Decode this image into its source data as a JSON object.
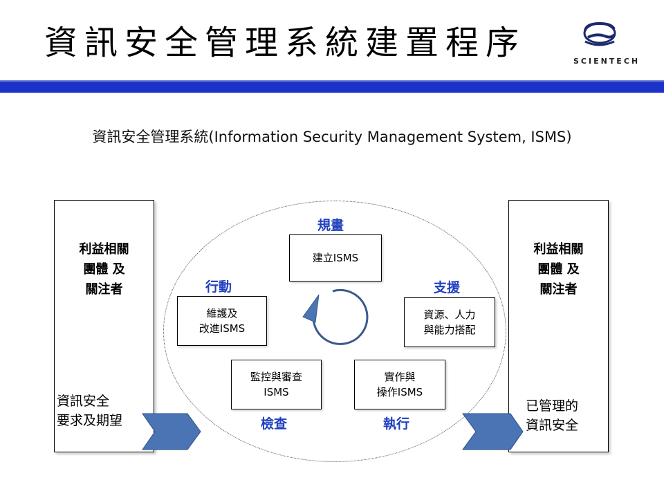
{
  "header": {
    "title": "資訊安全管理系統建置程序",
    "logo_text": "SCIENTECH",
    "accent_color": "#1c33c9"
  },
  "subtitle": "資訊安全管理系統(Information Security Management System, ISMS)",
  "diagram": {
    "left_panel": {
      "title": "利益相關\n團體 及\n關注者",
      "footer": "資訊安全\n要求及期望"
    },
    "right_panel": {
      "title": "利益相關\n團體 及\n關注者",
      "footer": "已管理的\n資訊安全"
    },
    "phases": {
      "plan": "規畫",
      "support": "支援",
      "do": "執行",
      "check": "檢查",
      "act": "行動"
    },
    "boxes": {
      "establish": "建立ISMS",
      "resources": "資源、人力\n與能力搭配",
      "implement": "實作與\n操作ISMS",
      "monitor": "監控與審查\nISMS",
      "maintain": "維護及\n改進ISMS"
    },
    "phase_color": "#1f3fbf",
    "arrow_color": "#4a74b4",
    "cycle_icon": "cycle-arrow-icon"
  }
}
